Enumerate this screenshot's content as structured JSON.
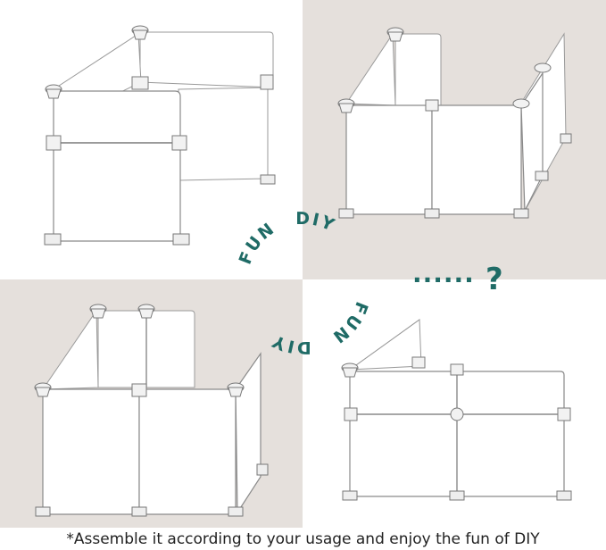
{
  "center_text": {
    "upper_word_1": "FUN",
    "upper_word_2": "DIY",
    "lower_word_1": "FUN",
    "lower_word_2": "DIY",
    "dots": "......",
    "question": "?"
  },
  "caption": "*Assemble it according to your usage and enjoy the fun of DIY",
  "colors": {
    "accent": "#1f6b66",
    "quadrant_gray": "#e5e0dc",
    "caption_text": "#222222"
  }
}
